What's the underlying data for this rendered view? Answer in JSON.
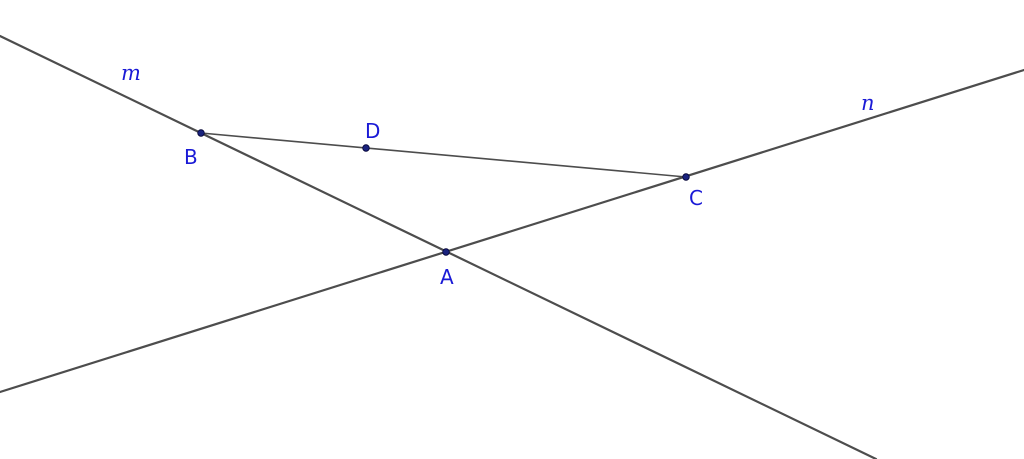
{
  "diagram": {
    "colors": {
      "line": "#4d4d4d",
      "point": "#1a237e",
      "label": "#1a1ad6",
      "background": "#ffffff"
    },
    "lines": [
      {
        "id": "m",
        "label": "m"
      },
      {
        "id": "n",
        "label": "n"
      }
    ],
    "segments": [
      {
        "from": "B",
        "to": "C"
      }
    ],
    "points": [
      {
        "id": "A",
        "label": "A"
      },
      {
        "id": "B",
        "label": "B"
      },
      {
        "id": "C",
        "label": "C"
      },
      {
        "id": "D",
        "label": "D"
      }
    ]
  }
}
